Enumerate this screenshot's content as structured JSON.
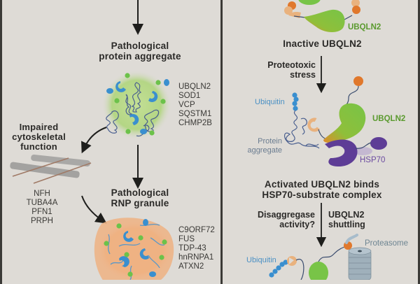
{
  "left_panel": {
    "aggregate": {
      "title_line1": "Pathological",
      "title_line2": "protein aggregate",
      "genes": [
        "UBQLN2",
        "SOD1",
        "VCP",
        "SQSTM1",
        "CHMP2B"
      ]
    },
    "cytoskeleton": {
      "title_line1": "Impaired",
      "title_line2": "cytoskeletal",
      "title_line3": "function",
      "genes": [
        "NFH",
        "TUBA4A",
        "PFN1",
        "PRPH"
      ]
    },
    "rnp": {
      "title_line1": "Pathological",
      "title_line2": "RNP granule",
      "genes": [
        "C9ORF72",
        "FUS",
        "TDP-43",
        "hnRNPA1",
        "ATXN2"
      ]
    }
  },
  "right_panel": {
    "inactive": {
      "protein_label": "UBQLN2",
      "caption": "Inactive UBQLN2"
    },
    "step1": {
      "arrow_label_line1": "Proteotoxic",
      "arrow_label_line2": "stress"
    },
    "activated": {
      "ubiquitin_label": "Ubiquitin",
      "aggregate_label_line1": "Protein",
      "aggregate_label_line2": "aggregate",
      "ubqln2_label": "UBQLN2",
      "hsp70_label": "HSP70",
      "caption_line1": "Activated UBQLN2 binds",
      "caption_line2": "HSP70-substrate complex"
    },
    "step2": {
      "left_label_line1": "Disaggregase",
      "left_label_line2": "activity?",
      "right_label_line1": "UBQLN2",
      "right_label_line2": "shuttling"
    },
    "shuttling": {
      "ubiquitin_label": "Ubiquitin",
      "proteasome_label": "Proteasome"
    }
  },
  "colors": {
    "background": "#dedbd6",
    "border": "#3b3a37",
    "ubqln2_green": "#7cc243",
    "ubqln2_label": "#5a9a2e",
    "hsp70_purple": "#5e3d96",
    "hsp70_label": "#6b4aa0",
    "ubiquitin_blue": "#3a8fcf",
    "ubiquitin_label": "#4a90c4",
    "orange": "#e0782c",
    "peach": "#e9b27e",
    "aggregate_glow": "#b8d88a",
    "rnp_glow": "#f0b58a",
    "proteasome_gray": "#9fb0bb",
    "proteasome_label": "#6e8592",
    "tangle_blue": "#4a5f8f"
  }
}
